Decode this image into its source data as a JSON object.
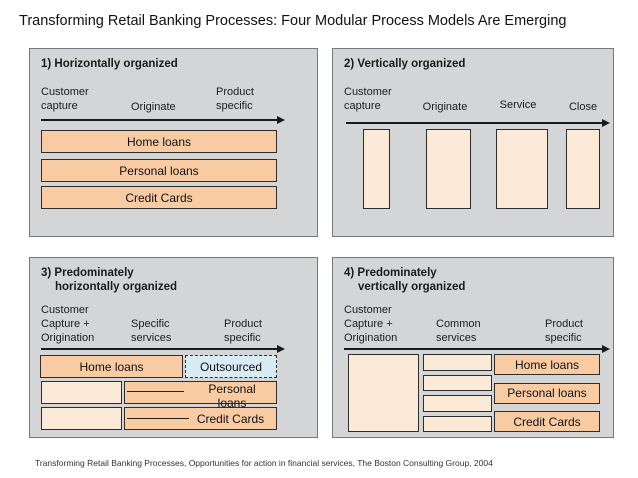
{
  "title": "Transforming Retail Banking Processes: Four Modular Process Models Are Emerging",
  "source_note": "Transforming Retail Banking Processes, Opportunities for action in financial services, The Boston Consulting Group, 2004",
  "colors": {
    "panel_background": "#d3d5d6",
    "product_bar_fill": "#f9cba3",
    "module_box_fill": "#fcead9",
    "outsourced_fill": "#d9ebf5",
    "line_color": "#1a1a1a"
  },
  "icons": {
    "flow_arrow": "arrow-right"
  },
  "panel1": {
    "header": "1) Horizontally organized",
    "stage_labels": [
      "Customer capture",
      "Originate",
      "Product specific"
    ],
    "bars": [
      "Home loans",
      "Personal loans",
      "Credit Cards"
    ]
  },
  "panel2": {
    "header": "2) Vertically organized",
    "stage_labels": [
      "Customer capture",
      "Originate",
      "Service",
      "Close"
    ],
    "module_count": 4
  },
  "panel3": {
    "header_line1": "3) Predominately",
    "header_line2": "horizontally organized",
    "stage_labels": [
      "Customer Capture + Origination",
      "Specific services",
      "Product specific"
    ],
    "row1": {
      "product": "Home loans",
      "outsourced": "Outsourced"
    },
    "row2": {
      "product": "Personal loans"
    },
    "row3": {
      "product": "Credit Cards"
    }
  },
  "panel4": {
    "header_line1": "4) Predominately",
    "header_line2": "vertically organized",
    "stage_labels": [
      "Customer Capture + Origination",
      "Common services",
      "Product specific"
    ],
    "product_bars": [
      "Home loans",
      "Personal loans",
      "Credit Cards"
    ]
  }
}
